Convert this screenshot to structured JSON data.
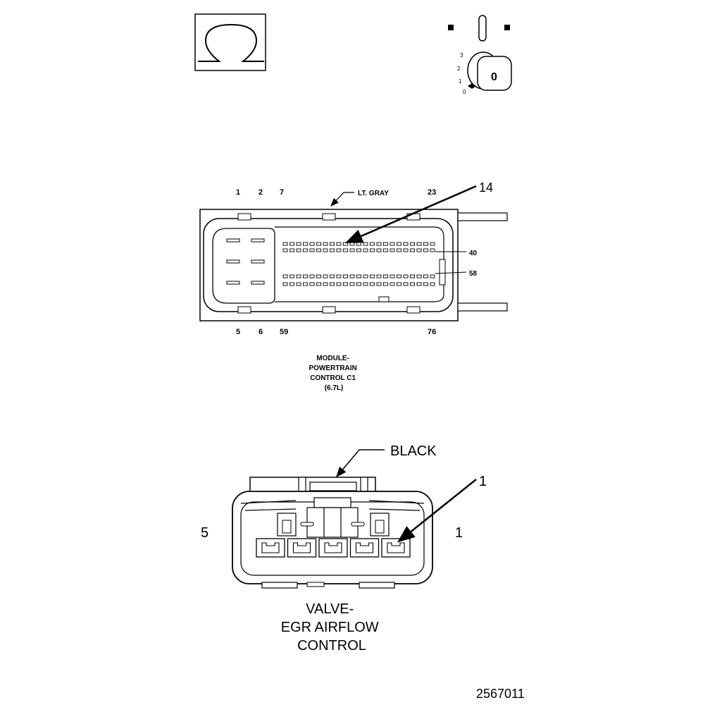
{
  "icons": {
    "ohm_symbol": "ohm-icon",
    "ignition_key": "ignition-key-icon",
    "ignition_key_label": "0",
    "ignition_positions": [
      "3",
      "2",
      "1",
      "0"
    ]
  },
  "pcm_connector": {
    "color_label": "LT. GRAY",
    "callout": "14",
    "top_pin_labels": [
      "1",
      "2",
      "7",
      "23"
    ],
    "bottom_pin_labels": [
      "5",
      "6",
      "59",
      "76"
    ],
    "side_labels": [
      "40",
      "58"
    ],
    "title_lines": [
      "MODULE-",
      "POWERTRAIN",
      "CONTROL C1",
      "(6.7L)"
    ]
  },
  "egr_connector": {
    "color_label": "BLACK",
    "callout": "1",
    "left_pin": "5",
    "right_pin": "1",
    "title_lines": [
      "VALVE-",
      "EGR AIRFLOW",
      "CONTROL"
    ]
  },
  "figure_number": "2567011"
}
